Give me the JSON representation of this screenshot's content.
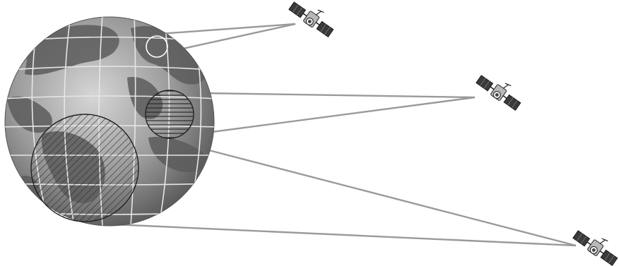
{
  "diagram": {
    "subject": "satellite-coverage",
    "satellites": [
      {
        "id": "sat-1",
        "icon": "satellite-icon",
        "coverage": "small-circle"
      },
      {
        "id": "sat-2",
        "icon": "satellite-icon",
        "coverage": "medium-circle-horizontal-hatch"
      },
      {
        "id": "sat-3",
        "icon": "satellite-icon",
        "coverage": "large-circle-diagonal-hatch"
      }
    ],
    "colors": {
      "background": "#ffffff",
      "globe_dark": "#4a4a4a",
      "globe_mid": "#8c8c8c",
      "globe_light": "#c8c8c8",
      "land": "#5a5a5a",
      "grid": "#e6e6e6",
      "beam": "#9a9a9a",
      "outline": "#222222"
    }
  }
}
